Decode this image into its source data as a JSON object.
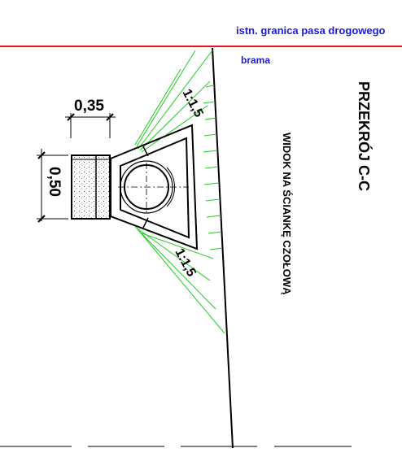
{
  "labels": {
    "boundary": "istn. granica pasa drogowego",
    "gate": "brama",
    "section_title": "PRZEKRÓJ C-C",
    "view_title": "WIDOK NA ŚCIANKĘ CZOŁOWĄ",
    "slope_upper": "1:1,5",
    "slope_lower": "1:1,5",
    "dim_width": "0,35",
    "dim_height": "0,50"
  },
  "colors": {
    "boundary_line": "#e8101a",
    "annotation_text": "#1a1ad8",
    "slope_lines": "#22cc22",
    "ink": "#000000"
  }
}
